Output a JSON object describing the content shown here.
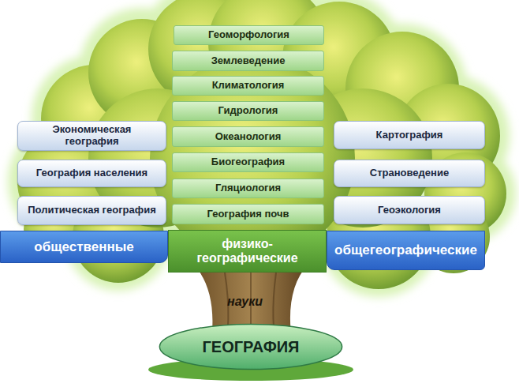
{
  "diagram": {
    "nodes": [
      {
        "text": [
          "Геоморфология"
        ]
      },
      {
        "text": [
          "Землеведение"
        ]
      },
      {
        "text": [
          "Климатология"
        ]
      },
      {
        "text": [
          "Гидрология"
        ]
      },
      {
        "text": [
          "Экономическая география"
        ]
      },
      {
        "text": [
          "Океанология"
        ]
      },
      {
        "text": [
          "Картография"
        ]
      },
      {
        "text": [
          "География населения"
        ]
      },
      {
        "text": [
          "Биогеография"
        ]
      },
      {
        "text": [
          "Страноведение"
        ]
      },
      {
        "text": [
          "Политическая география"
        ]
      },
      {
        "text": [
          "Гляциология"
        ]
      },
      {
        "text": [
          "Геоэкология"
        ]
      },
      {
        "text": [
          "География почв"
        ]
      },
      {
        "text": [
          "общественные"
        ]
      },
      {
        "text": [
          "физико-географические"
        ]
      },
      {
        "text": [
          "общегеографические"
        ]
      },
      {
        "text": [
          "ГЕОГРАФИЯ"
        ]
      }
    ],
    "labels": [
      "науки"
    ]
  }
}
